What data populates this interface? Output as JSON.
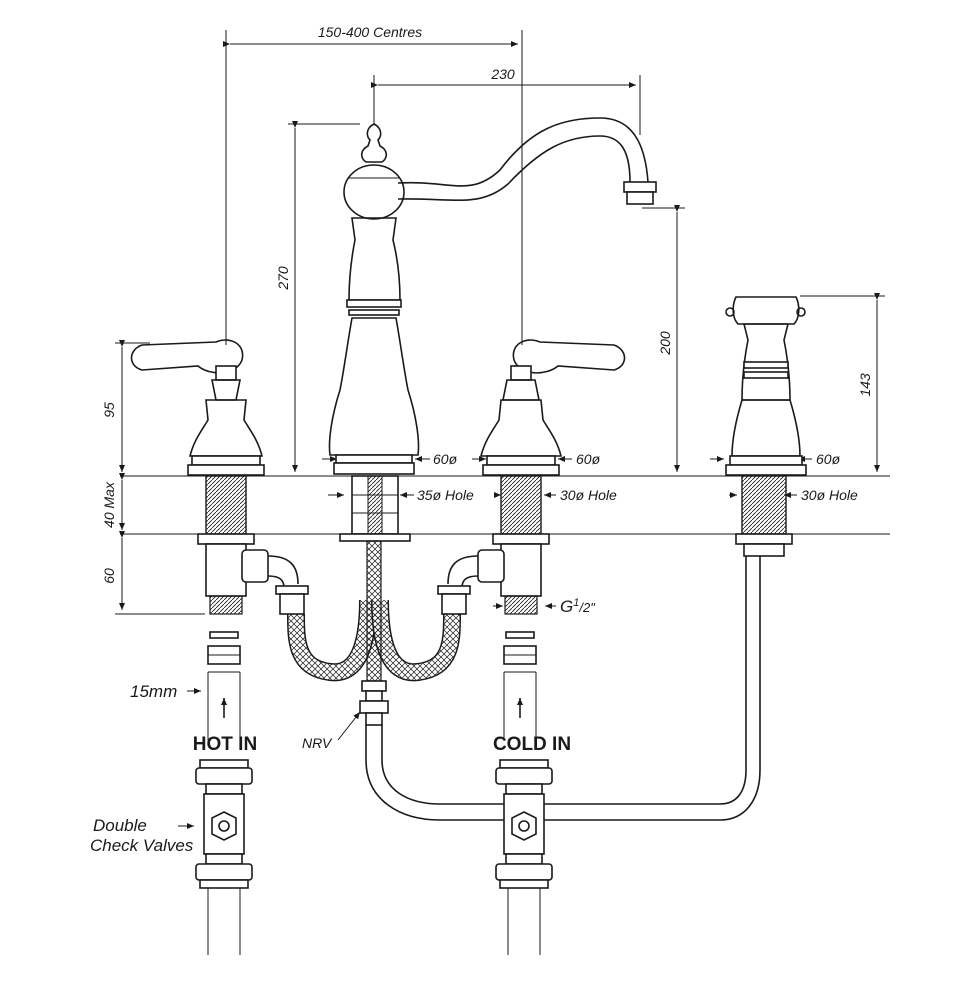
{
  "dimensions": {
    "centres": "150-400 Centres",
    "spout_reach": "230",
    "tap_height": "270",
    "spout_height": "200",
    "spray_height": "143",
    "handle_height": "95",
    "deck_max": "40 Max",
    "tail_length": "60"
  },
  "callouts": {
    "base_60_a": "60ø",
    "base_60_b": "60ø",
    "base_60_c": "60ø",
    "hole_35": "35ø Hole",
    "hole_30_a": "30ø Hole",
    "hole_30_b": "30ø Hole",
    "thread": "G",
    "thread_num": "1",
    "thread_den": "/2\"",
    "pipe": "15mm",
    "nrv": "NRV",
    "valves_line1": "Double",
    "valves_line2": "Check Valves"
  },
  "inlets": {
    "hot": "HOT IN",
    "cold": "COLD IN"
  }
}
